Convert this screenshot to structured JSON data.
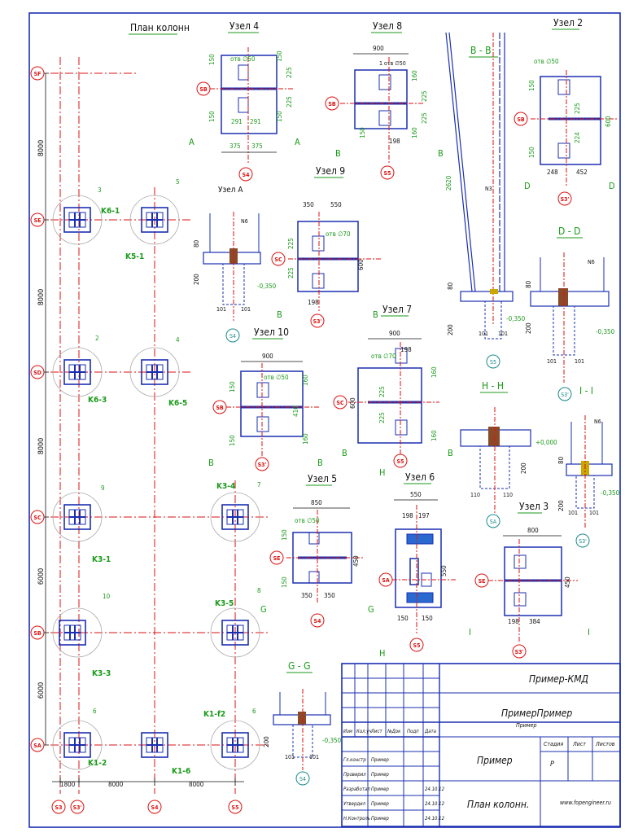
{
  "plan": {
    "title": "План колонн",
    "axes_h": [
      "SF",
      "SE",
      "SD",
      "SC",
      "SB",
      "SA"
    ],
    "axes_v": [
      "S3",
      "S3'",
      "S4",
      "S5"
    ],
    "dims_left": [
      "8000",
      "8000",
      "8000",
      "6000",
      "6000"
    ],
    "dims_bottom": [
      "1800",
      "8000",
      "8000"
    ],
    "columns": [
      {
        "label": "K6-1",
        "num": "3"
      },
      {
        "label": "K5-1",
        "num": "5"
      },
      {
        "label": "K6-3",
        "num": "2"
      },
      {
        "label": "K6-5",
        "num": "4"
      },
      {
        "label": "K3-1",
        "num": "9"
      },
      {
        "label": "K3-4",
        "num": "7"
      },
      {
        "label": "K3-3",
        "num": "10"
      },
      {
        "label": "K3-5",
        "num": "8"
      },
      {
        "label": "K1-2",
        "num": "6"
      },
      {
        "label": "K1-6",
        "num": ""
      },
      {
        "label": "K1-f2",
        "num": "6"
      }
    ]
  },
  "nodes": {
    "n4": {
      "title": "Узел 4",
      "hole": "отв ∅50",
      "axis_left": "SB",
      "axis_bottom": "S4",
      "dims": [
        "150",
        "150",
        "225",
        "225",
        "150",
        "150",
        "291",
        "291",
        "375",
        "375"
      ],
      "cut": "A"
    },
    "n8": {
      "title": "Узел 8",
      "hole": "1 отв ∅50",
      "axis_left": "SB",
      "axis_bottom": "S5",
      "dims": [
        "900",
        "160",
        "225",
        "225",
        "160",
        "150",
        "198"
      ],
      "cut": "B"
    },
    "n2": {
      "title": "Узел 2",
      "hole": "отв ∅50",
      "axis_left": "SB",
      "axis_bottom": "S3'",
      "dims": [
        "150",
        "225",
        "224",
        "150",
        "600",
        "248",
        "452"
      ],
      "cut": "D"
    },
    "n9": {
      "title": "Узел 9",
      "hole": "отв ∅70",
      "axis_left": "SC",
      "axis_bottom": "S3'",
      "dims": [
        "350",
        "550",
        "225",
        "225",
        "600",
        "198"
      ],
      "cut": "B"
    },
    "nA": {
      "title": "Узел A",
      "axis_bottom": "S4",
      "dims": [
        "80",
        "200",
        "101",
        "101"
      ],
      "level": "-0,350",
      "mark": "N6"
    },
    "n10": {
      "title": "Узел 10",
      "hole": "отв ∅50",
      "axis_left": "SB",
      "axis_bottom": "S3'",
      "dims": [
        "900",
        "160",
        "150",
        "160",
        "410",
        "150"
      ],
      "cut": "B"
    },
    "n7": {
      "title": "Узел 7",
      "hole": "отв ∅70",
      "axis_left": "SC",
      "axis_bottom": "S5",
      "dims": [
        "900",
        "198",
        "160",
        "225",
        "225",
        "160",
        "600"
      ],
      "cut": "B"
    },
    "n5": {
      "title": "Узел 5",
      "hole": "отв ∅50",
      "axis_left": "SE",
      "axis_bottom": "S4",
      "dims": [
        "850",
        "150",
        "450",
        "150",
        "350",
        "350"
      ],
      "cut": "G"
    },
    "n6": {
      "title": "Узел 6",
      "axis_left": "SA",
      "axis_bottom": "S5",
      "dims": [
        "550",
        "198",
        "197",
        "550",
        "150",
        "150"
      ],
      "cut": "H"
    },
    "n3": {
      "title": "Узел 3",
      "axis_left": "SE",
      "axis_bottom": "S3'",
      "dims": [
        "800",
        "450",
        "198",
        "384"
      ],
      "cut": "I"
    }
  },
  "sections": {
    "BB": {
      "title": "B - B",
      "dims": [
        "2620",
        "80",
        "200",
        "101",
        "101"
      ],
      "mark": "N3",
      "level": "-0,350",
      "axis": "S5"
    },
    "DD": {
      "title": "D - D",
      "dims": [
        "80",
        "200",
        "101",
        "101"
      ],
      "mark": "N6",
      "level": "-0,350",
      "axis": "S3'"
    },
    "II": {
      "title": "I - I"
    },
    "HH": {
      "title": "H - H",
      "dims": [
        "200",
        "110",
        "110"
      ],
      "level": "+0,000",
      "axis": "SA"
    },
    "AA": {
      "dims": [
        "80",
        "200",
        "101",
        "101"
      ],
      "mark": "N6",
      "level": "-0,350",
      "axis": "S3'"
    },
    "GG": {
      "title": "G - G",
      "dims": [
        "200",
        "101",
        "101"
      ],
      "level": "-0,350",
      "axis": "S4"
    }
  },
  "title_block": {
    "code": "Пример-КМД",
    "project": "ПримерПример",
    "project_sub": "Пример",
    "object": "Пример",
    "sheet_name": "План колонн.",
    "website": "www.fopengineer.ru",
    "stage_label": "Стадия",
    "sheet_label": "Лист",
    "sheets_label": "Листов",
    "stage_value": "Р",
    "col_headers": [
      "Изм",
      "Кол.уч",
      "Лист",
      "№Док",
      "Подп",
      "Дата"
    ],
    "signers": [
      {
        "role": "Гл.констр",
        "name": "Пример",
        "date": ""
      },
      {
        "role": "Проверил",
        "name": "Пример",
        "date": ""
      },
      {
        "role": "Разработал",
        "name": "Пример",
        "date": "24.10.12"
      },
      {
        "role": "Утвердил",
        "name": "Пример",
        "date": "24.10.12"
      },
      {
        "role": "Н.Контроль",
        "name": "Пример",
        "date": "24.10.12"
      }
    ]
  }
}
